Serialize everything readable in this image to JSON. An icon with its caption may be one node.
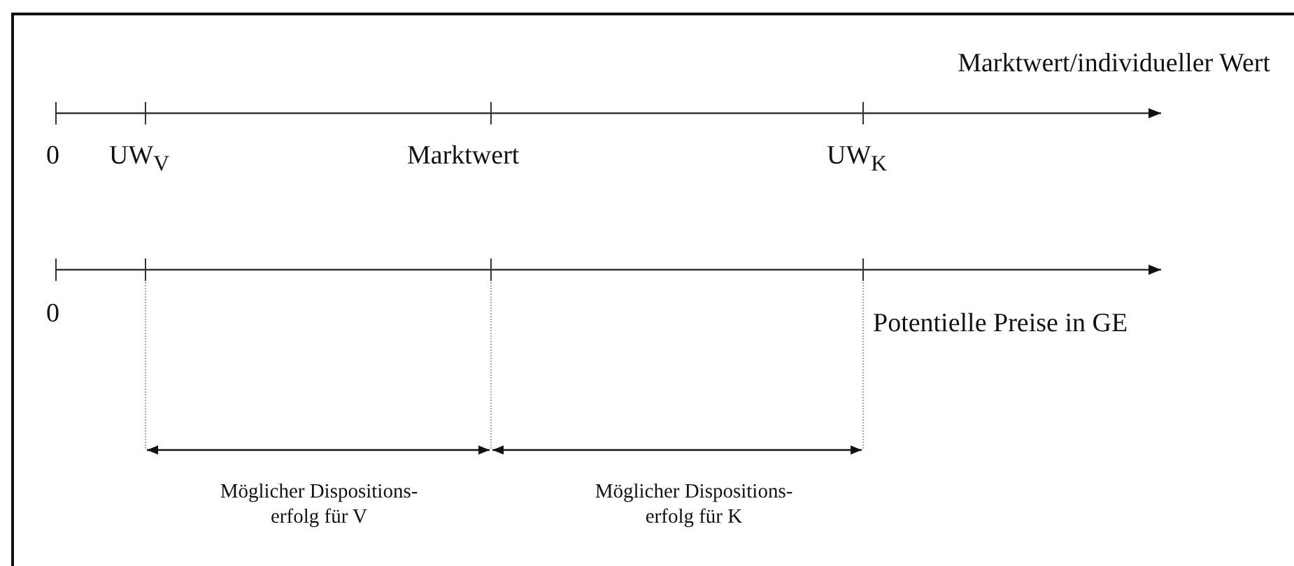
{
  "diagram": {
    "labels": [
      "Marktwert/individueller Wert",
      "0",
      "UW$_{V}$",
      "Marktwert",
      "UW$_{K}$",
      "0",
      "Potentielle Preise in GE",
      "Möglicher Dispositions- erfolg für V",
      "Möglicher Dispositions- erfolg für K"
    ]
  }
}
